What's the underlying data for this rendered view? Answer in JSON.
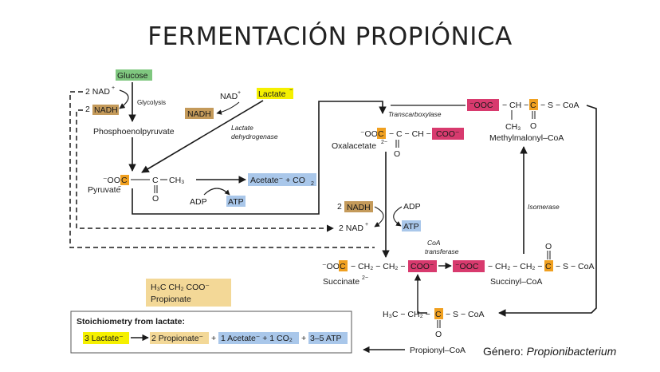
{
  "title": "FERMENTACIÓN PROPIÓNICA",
  "genus_label": "Género:",
  "genus_name": "Propionibacterium",
  "colors": {
    "glucose": "#7fc77f",
    "lactate": "#f5f000",
    "nadh": "#c49a5a",
    "blue": "#a9c7ea",
    "pink": "#d83a6e",
    "orange": "#f0a020",
    "propionate_box": "#f3d897"
  },
  "labels": {
    "glucose": "Glucose",
    "nad_plus_top": "2 NAD",
    "nadh_top": "NADH",
    "glycolysis": "Glycolysis",
    "pep": "Phosphoenolpyruvate",
    "nad_plus_mid": "NAD",
    "lactate": "Lactate",
    "nadh_mid": "NADH",
    "lactate_dh_1": "Lactate",
    "lactate_dh_2": "dehydrogenase",
    "pyruvate": "Pyruvate",
    "adp_1": "ADP",
    "atp_1": "ATP",
    "acetate_co2": "Acetate⁻ + CO",
    "transcarboxylase": "Transcarboxylase",
    "oxalacetate": "Oxalacetate",
    "methylmalonyl": "Methylmalonyl–CoA",
    "isomerase": "Isomerase",
    "nadh_low": "NADH",
    "adp_2": "ADP",
    "nad_plus_low": "2 NAD",
    "atp_2": "ATP",
    "coa_transferase_1": "CoA",
    "coa_transferase_2": "transferase",
    "succinate": "Succinate",
    "succinyl": "Succinyl–CoA",
    "propionate_top": "H₃C   CH₂   COO⁻",
    "propionate": "Propionate",
    "propionyl": "Propionyl–CoA",
    "stoich_title": "Stoichiometry from lactate:",
    "stoich_lactate": "3 Lactate⁻",
    "stoich_propionate": "2 Propionate⁻",
    "stoich_plus": "+",
    "stoich_acetate": "1 Acetate⁻ + 1 CO₂",
    "stoich_atp": "3–5 ATP"
  }
}
